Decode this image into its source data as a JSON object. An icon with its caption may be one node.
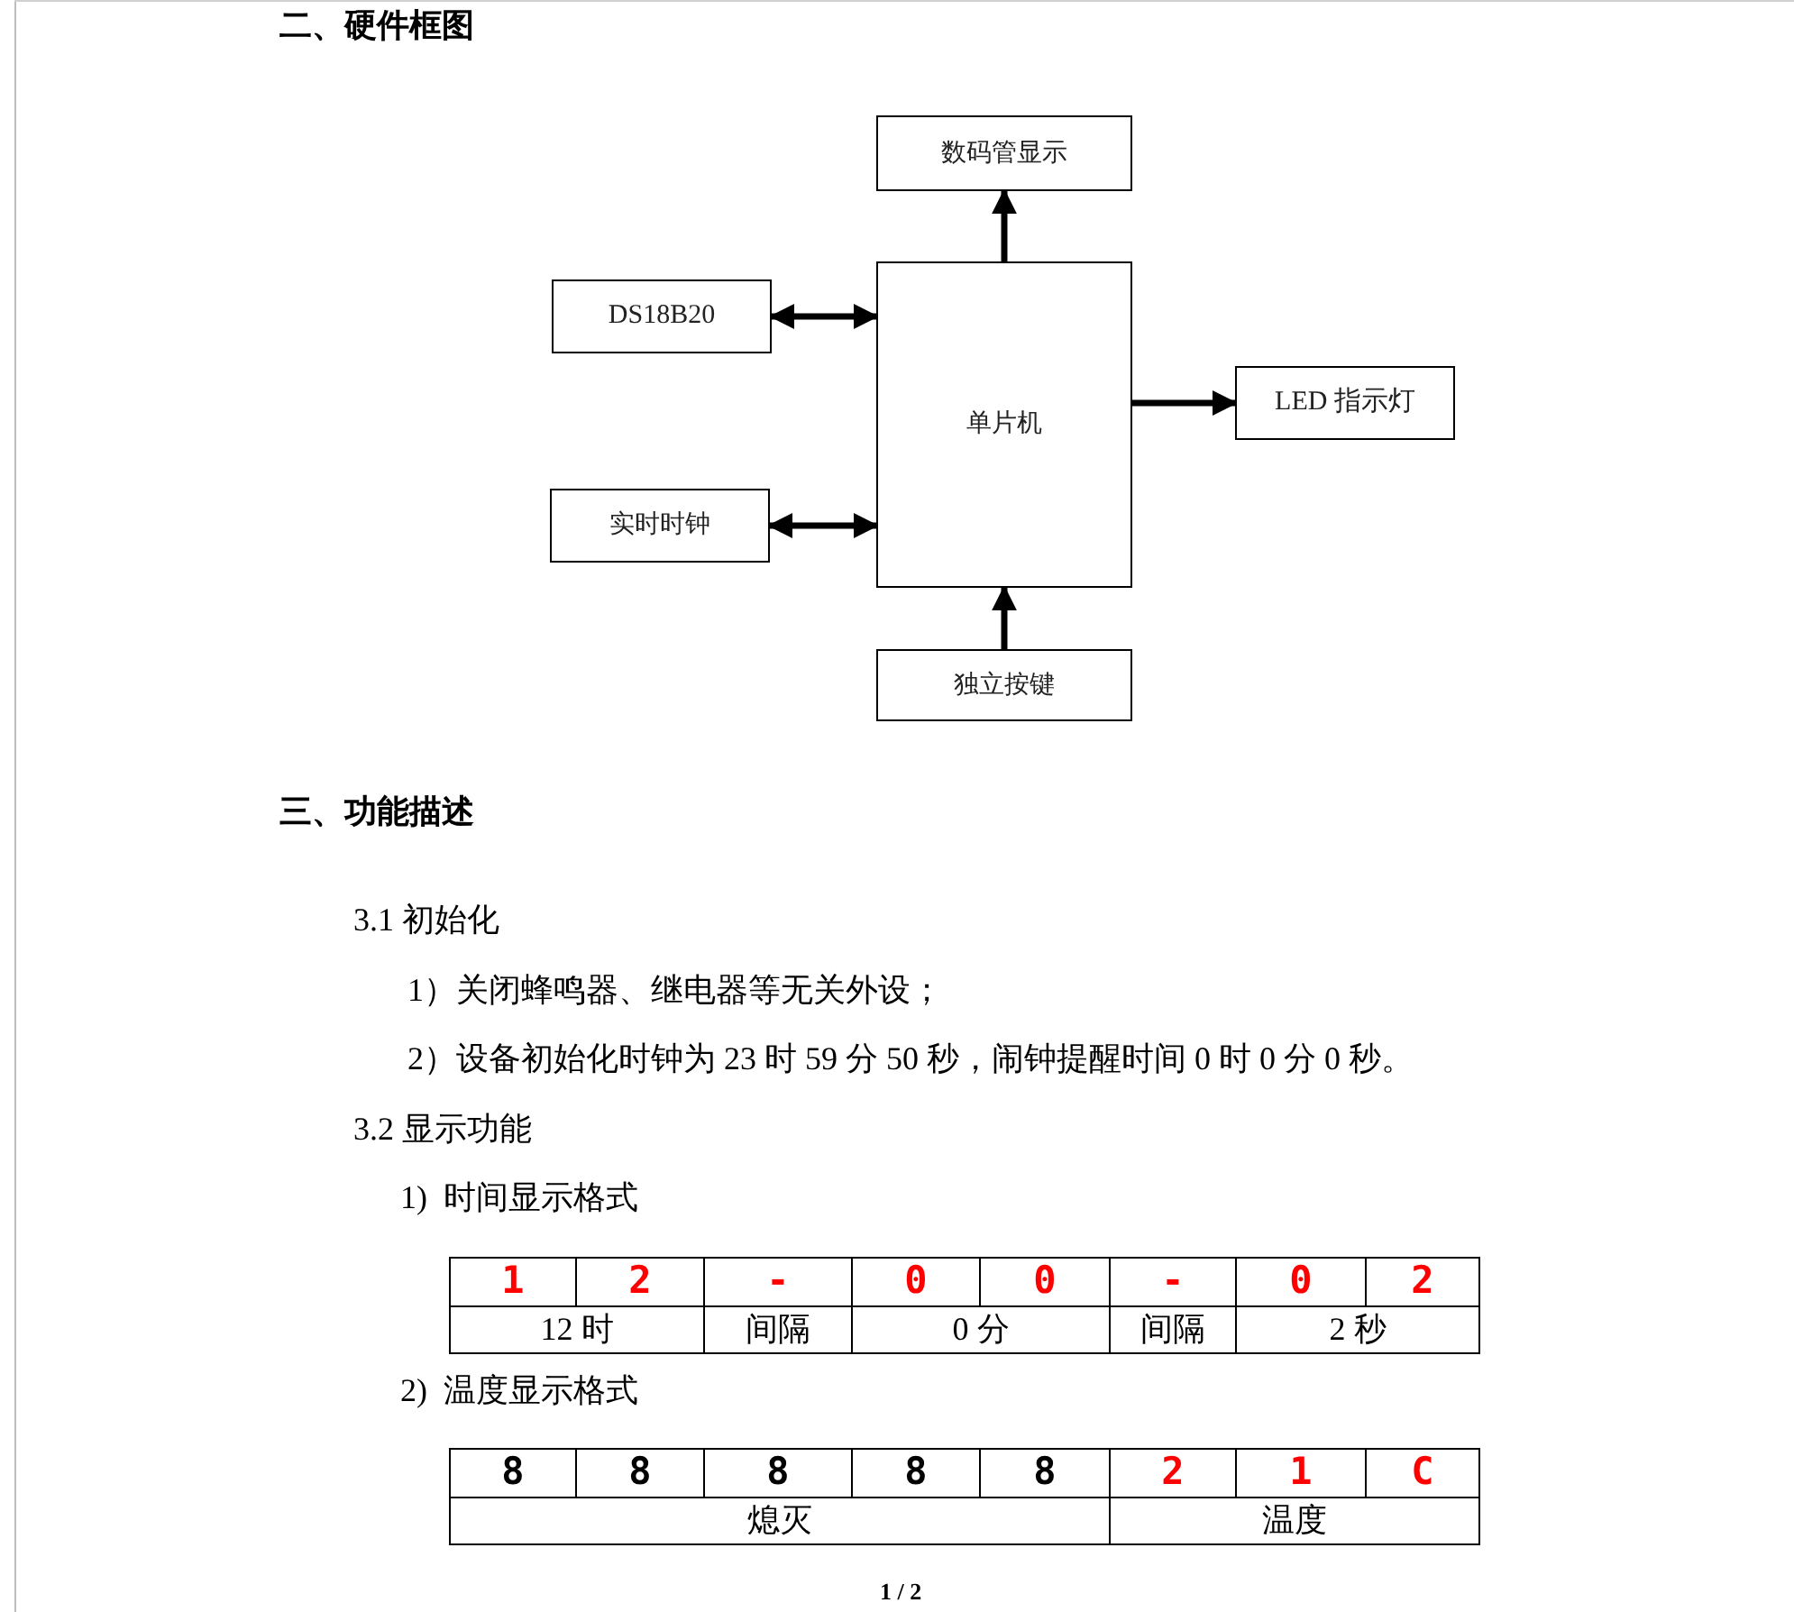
{
  "diagram": {
    "title": "二、硬件框图",
    "nodes": [
      {
        "text": [
          "数码管显示"
        ]
      },
      {
        "text": [
          "DS18B20"
        ]
      },
      {
        "text": [
          "单片机"
        ]
      },
      {
        "text": [
          "LED 指示灯"
        ]
      },
      {
        "text": [
          "实时时钟"
        ]
      },
      {
        "text": [
          "独立按键"
        ]
      }
    ],
    "edges": [
      {
        "from": 2,
        "to": 0,
        "arrow": "to"
      },
      {
        "from": 1,
        "to": 2,
        "arrow": "both"
      },
      {
        "from": 2,
        "to": 3,
        "arrow": "to"
      },
      {
        "from": 4,
        "to": 2,
        "arrow": "both"
      },
      {
        "from": 5,
        "to": 2,
        "arrow": "to"
      }
    ],
    "labels": [
      "三、功能描述",
      "3.1 初始化",
      "1）关闭蜂鸣器、继电器等无关外设；",
      "2）设备初始化时钟为 23 时 59 分 50 秒，闹钟提醒时间 0 时 0 分 0 秒。",
      "3.2 显示功能",
      "1)  时间显示格式",
      "1",
      "2",
      "-",
      "0",
      "0",
      "-",
      "0",
      "2",
      "12 时",
      "间隔",
      "0 分",
      "间隔",
      "2 秒",
      "2)  温度显示格式",
      "8",
      "8",
      "8",
      "8",
      "8",
      "2",
      "1",
      "C",
      "熄灭",
      "温度",
      "1 / 2"
    ]
  }
}
